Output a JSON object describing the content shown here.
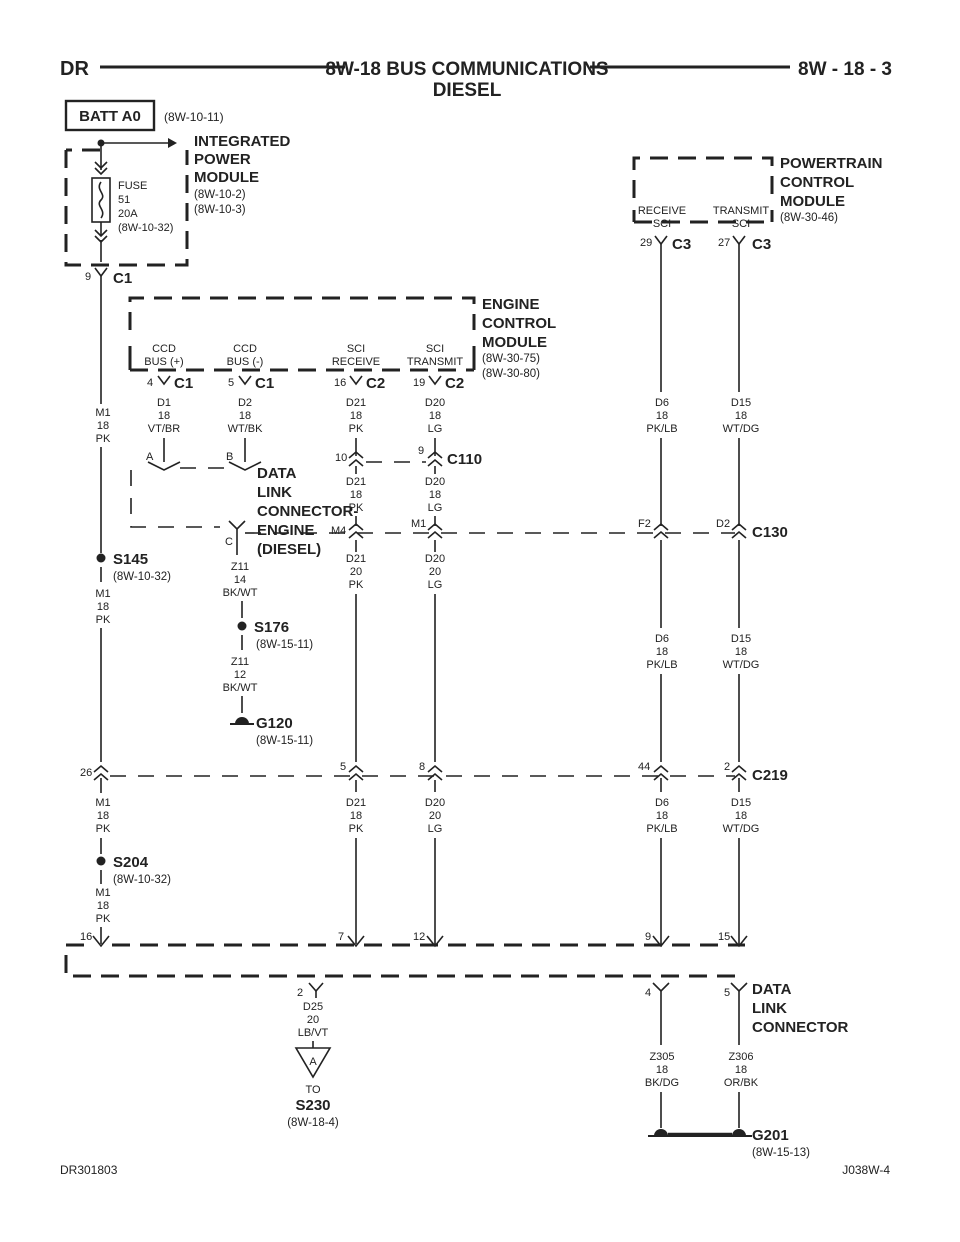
{
  "header": {
    "left": "DR",
    "title": "8W-18 BUS COMMUNICATIONS",
    "subtitle": "DIESEL",
    "right": "8W - 18 - 3"
  },
  "batt": {
    "label": "BATT A0",
    "ref": "(8W-10-11)"
  },
  "ipm": {
    "name": [
      "INTEGRATED",
      "POWER",
      "MODULE"
    ],
    "refs": [
      "(8W-10-2)",
      "(8W-10-3)"
    ],
    "fuse": [
      "FUSE",
      "51",
      "20A",
      "(8W-10-32)"
    ],
    "pin": "9",
    "conn": "C1"
  },
  "pcm": {
    "name": [
      "POWERTRAIN",
      "CONTROL",
      "MODULE"
    ],
    "ref": "(8W-30-46)",
    "receive": [
      "RECEIVE",
      "SCI"
    ],
    "transmit": [
      "TRANSMIT",
      "SCI"
    ],
    "pin_receive": "29",
    "pin_transmit": "27",
    "conn": "C3"
  },
  "ecm": {
    "name": [
      "ENGINE",
      "CONTROL",
      "MODULE"
    ],
    "refs": [
      "(8W-30-75)",
      "(8W-30-80)"
    ],
    "ccdp": [
      "CCD",
      "BUS (+)"
    ],
    "ccdm": [
      "CCD",
      "BUS (-)"
    ],
    "scir": [
      "SCI",
      "RECEIVE"
    ],
    "scit": [
      "SCI",
      "TRANSMIT"
    ],
    "pins": [
      "4",
      "5",
      "16",
      "19"
    ],
    "conns": [
      "C1",
      "C1",
      "C2",
      "C2"
    ]
  },
  "wires": {
    "m1": [
      "M1",
      "18",
      "PK"
    ],
    "d1": [
      "D1",
      "18",
      "VT/BR"
    ],
    "d2": [
      "D2",
      "18",
      "WT/BK"
    ],
    "d21_18": [
      "D21",
      "18",
      "PK"
    ],
    "d20_18": [
      "D20",
      "18",
      "LG"
    ],
    "d6": [
      "D6",
      "18",
      "PK/LB"
    ],
    "d15": [
      "D15",
      "18",
      "WT/DG"
    ],
    "d21_20": [
      "D21",
      "20",
      "PK"
    ],
    "d20_20": [
      "D20",
      "20",
      "LG"
    ],
    "z11_14": [
      "Z11",
      "14",
      "BK/WT"
    ],
    "z11_12": [
      "Z11",
      "12",
      "BK/WT"
    ],
    "d25": [
      "D25",
      "20",
      "LB/VT"
    ],
    "z305": [
      "Z305",
      "18",
      "BK/DG"
    ],
    "z306": [
      "Z306",
      "18",
      "OR/BK"
    ]
  },
  "dlce": {
    "name": [
      "DATA",
      "LINK",
      "CONNECTOR-",
      "ENGINE",
      "(DIESEL)"
    ],
    "pin_a": "A",
    "pin_b": "B",
    "pin_c": "C"
  },
  "c110": {
    "label": "C110",
    "pin_left": "10",
    "pin_right": "9"
  },
  "c130": {
    "label": "C130",
    "pins": [
      "M4",
      "M1",
      "F2",
      "D2"
    ]
  },
  "c219": {
    "label": "C219",
    "pins": [
      "26",
      "5",
      "8",
      "44",
      "2"
    ]
  },
  "splices": {
    "s145": {
      "label": "S145",
      "ref": "(8W-10-32)"
    },
    "s176": {
      "label": "S176",
      "ref": "(8W-15-11)"
    },
    "s204": {
      "label": "S204",
      "ref": "(8W-10-32)"
    }
  },
  "grounds": {
    "g120": {
      "label": "G120",
      "ref": "(8W-15-11)"
    },
    "g201": {
      "label": "G201",
      "ref": "(8W-15-13)"
    }
  },
  "bottom_conn": {
    "pins": [
      "16",
      "7",
      "12",
      "9",
      "15"
    ]
  },
  "dlc": {
    "name": [
      "DATA",
      "LINK",
      "CONNECTOR"
    ],
    "pins": [
      "2",
      "4",
      "5"
    ]
  },
  "to_s230": {
    "letter": "A",
    "to": "TO",
    "label": "S230",
    "ref": "(8W-18-4)"
  },
  "footer": {
    "left": "DR301803",
    "right": "J038W-4"
  }
}
